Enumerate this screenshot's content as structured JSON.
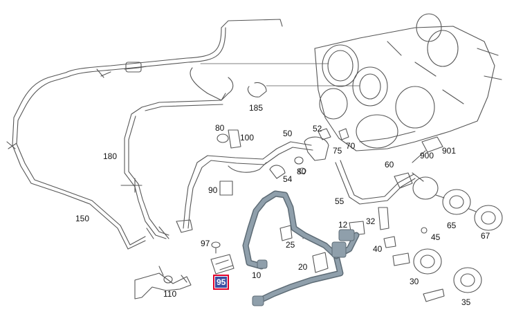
{
  "diagram": {
    "colors": {
      "line": "#555555",
      "highlight_part": "#8f9fab",
      "highlight_outline": "#5d6b75",
      "selected_label_bg": "#3b4ea3",
      "selected_label_border": "#e0002a"
    },
    "callouts": [
      {
        "id": "10",
        "text": "10"
      },
      {
        "id": "12",
        "text": "12"
      },
      {
        "id": "20",
        "text": "20"
      },
      {
        "id": "25",
        "text": "25"
      },
      {
        "id": "30",
        "text": "30"
      },
      {
        "id": "32",
        "text": "32"
      },
      {
        "id": "35",
        "text": "35"
      },
      {
        "id": "40",
        "text": "40"
      },
      {
        "id": "45",
        "text": "45"
      },
      {
        "id": "50",
        "text": "50"
      },
      {
        "id": "52",
        "text": "52"
      },
      {
        "id": "54",
        "text": "54"
      },
      {
        "id": "55",
        "text": "55"
      },
      {
        "id": "60",
        "text": "60"
      },
      {
        "id": "65",
        "text": "65"
      },
      {
        "id": "67",
        "text": "67"
      },
      {
        "id": "70",
        "text": "70"
      },
      {
        "id": "75",
        "text": "75"
      },
      {
        "id": "80a",
        "text": "80"
      },
      {
        "id": "80b",
        "text": "80"
      },
      {
        "id": "90",
        "text": "90"
      },
      {
        "id": "95",
        "text": "95",
        "selected": true
      },
      {
        "id": "97",
        "text": "97"
      },
      {
        "id": "100",
        "text": "100"
      },
      {
        "id": "110",
        "text": "110"
      },
      {
        "id": "150",
        "text": "150"
      },
      {
        "id": "180",
        "text": "180"
      },
      {
        "id": "185",
        "text": "185"
      },
      {
        "id": "900",
        "text": "900"
      },
      {
        "id": "901",
        "text": "901"
      }
    ]
  }
}
